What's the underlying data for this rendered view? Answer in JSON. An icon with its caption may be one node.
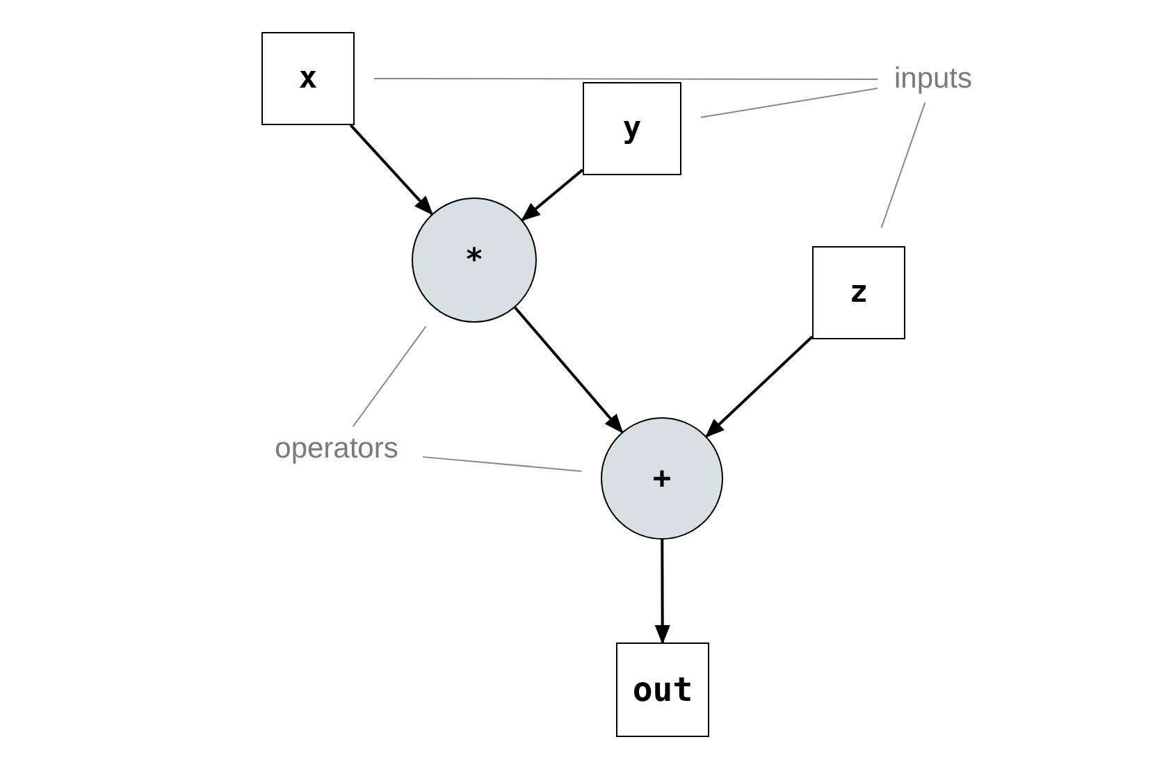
{
  "diagram": {
    "nodes": [
      {
        "text": [
          "x"
        ]
      },
      {
        "text": [
          "y"
        ]
      },
      {
        "text": [
          "*"
        ]
      },
      {
        "text": [
          "z"
        ]
      },
      {
        "text": [
          "+"
        ]
      },
      {
        "text": [
          "out"
        ]
      },
      {
        "text": [
          "inputs"
        ]
      },
      {
        "text": [
          "operators"
        ]
      }
    ],
    "edges": [
      {
        "from": 0,
        "to": 2,
        "arrow": "to"
      },
      {
        "from": 1,
        "to": 2,
        "arrow": "to"
      },
      {
        "from": 2,
        "to": 4,
        "arrow": "to"
      },
      {
        "from": 3,
        "to": 4,
        "arrow": "to"
      },
      {
        "from": 4,
        "to": 5,
        "arrow": "to"
      },
      {
        "from": 6,
        "to": 0,
        "arrow": "none",
        "color": "#888888"
      },
      {
        "from": 6,
        "to": 1,
        "arrow": "none",
        "color": "#888888"
      },
      {
        "from": 6,
        "to": 3,
        "arrow": "none",
        "color": "#888888"
      },
      {
        "from": 7,
        "to": 2,
        "arrow": "none",
        "color": "#888888"
      },
      {
        "from": 7,
        "to": 4,
        "arrow": "none",
        "color": "#888888"
      }
    ]
  }
}
